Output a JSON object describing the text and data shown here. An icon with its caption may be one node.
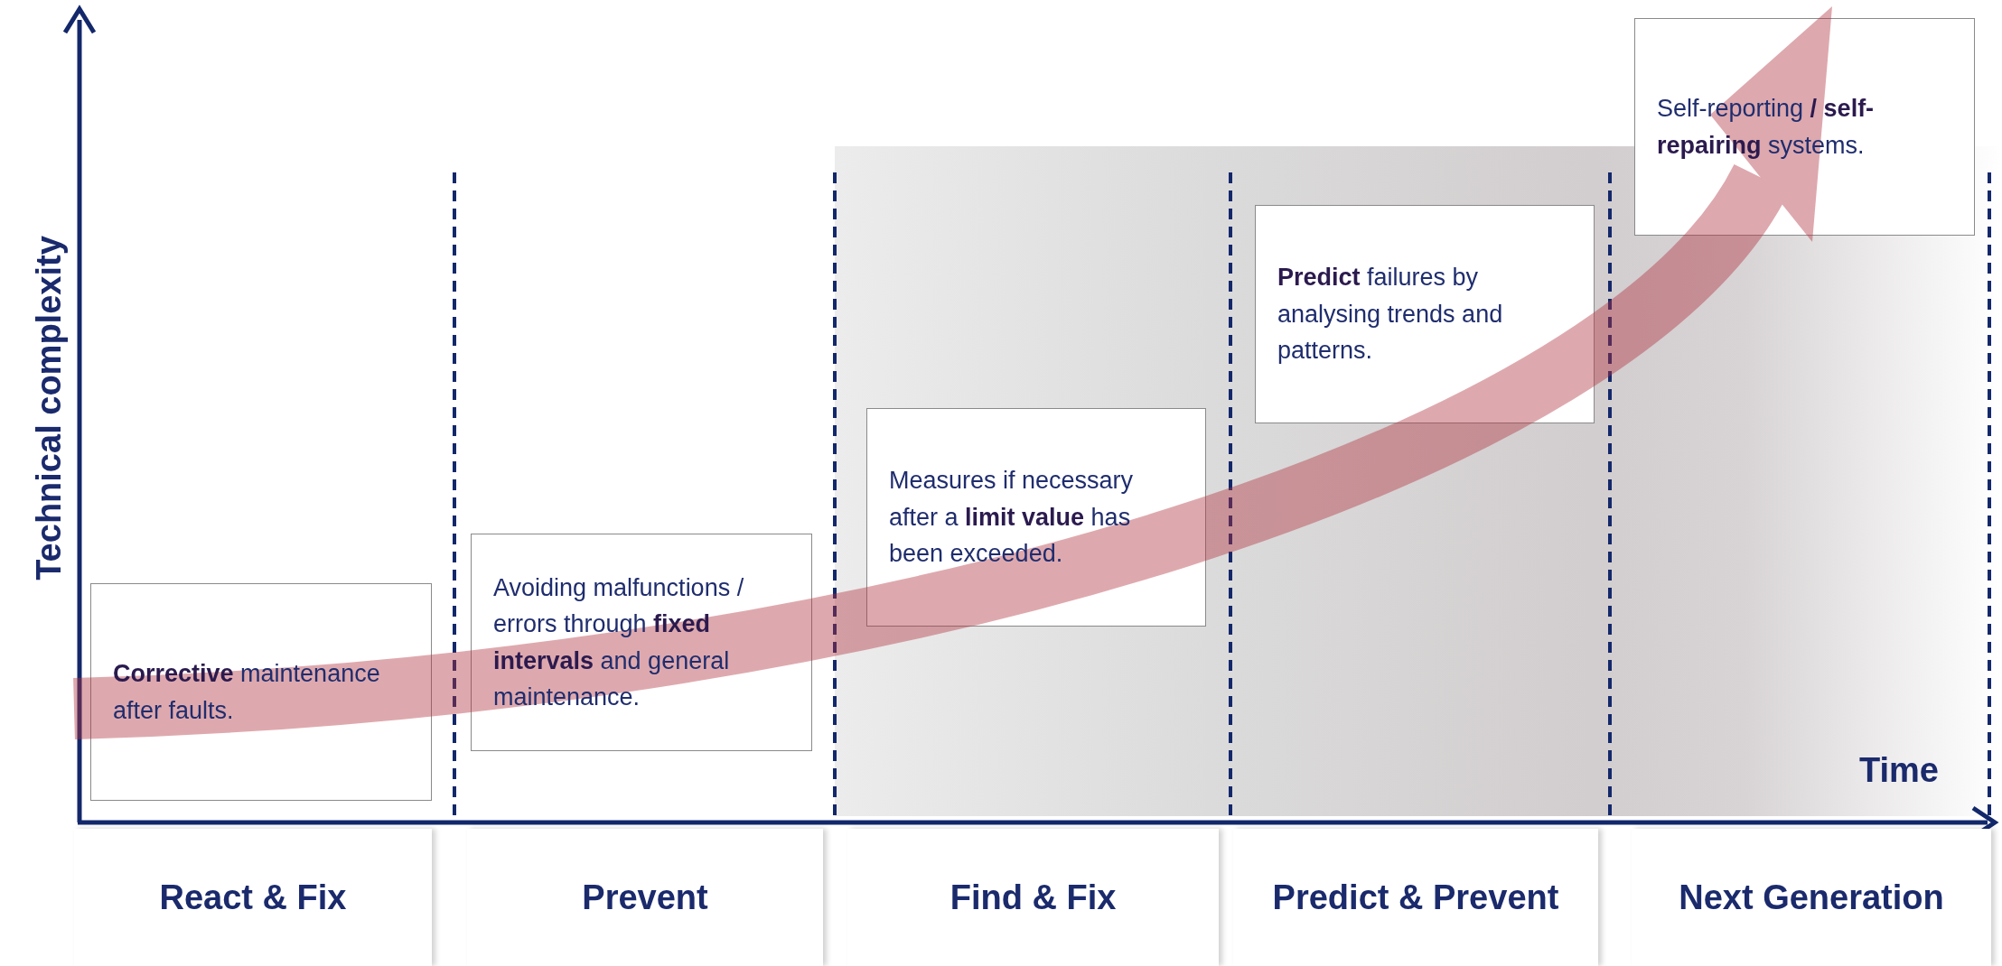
{
  "diagram": {
    "nodes": [
      {
        "text": [
          "**Corrective** maintenance after faults."
        ]
      },
      {
        "text": [
          "Avoiding malfunctions / errors through **fixed intervals** and general maintenance."
        ]
      },
      {
        "text": [
          "Measures if necessary after a **limit value** has been exceeded."
        ]
      },
      {
        "text": [
          "**Predict** failures by analysing trends and patterns."
        ]
      },
      {
        "text": [
          "Self-reporting **/ self-repairing** systems."
        ]
      },
      {
        "text": [
          "React & Fix"
        ]
      },
      {
        "text": [
          "Prevent"
        ]
      },
      {
        "text": [
          "Find & Fix"
        ]
      },
      {
        "text": [
          "Predict & Prevent"
        ]
      },
      {
        "text": [
          "Next Generation"
        ]
      }
    ],
    "edges": [],
    "labels": [
      "Technical complexity",
      "Time"
    ]
  }
}
